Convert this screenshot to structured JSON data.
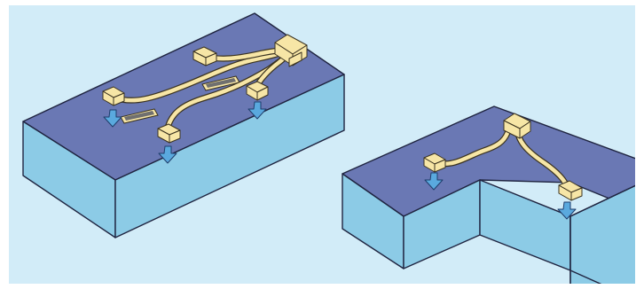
{
  "figure": {
    "colors": {
      "panel_background": "#d2ecf8",
      "top_face": "#6a78b4",
      "side_face": "#8ccbe6",
      "edge": "#1f2440",
      "cable": "#f7e6a6",
      "cable_outline": "#3b3320",
      "arrow": "#5aa9de",
      "arrow_outline": "#1f3d6b",
      "slot": "#6f6f6f"
    },
    "left_module": {
      "shape": "rectangular-box",
      "connectors": [
        "cable-head",
        "connector-1",
        "connector-2",
        "connector-3",
        "connector-4"
      ],
      "arrows": 3,
      "slots": 2
    },
    "right_module": {
      "shape": "l-shaped-box",
      "connectors": [
        "cable-head",
        "connector-1",
        "connector-2"
      ],
      "arrows": 2
    }
  }
}
